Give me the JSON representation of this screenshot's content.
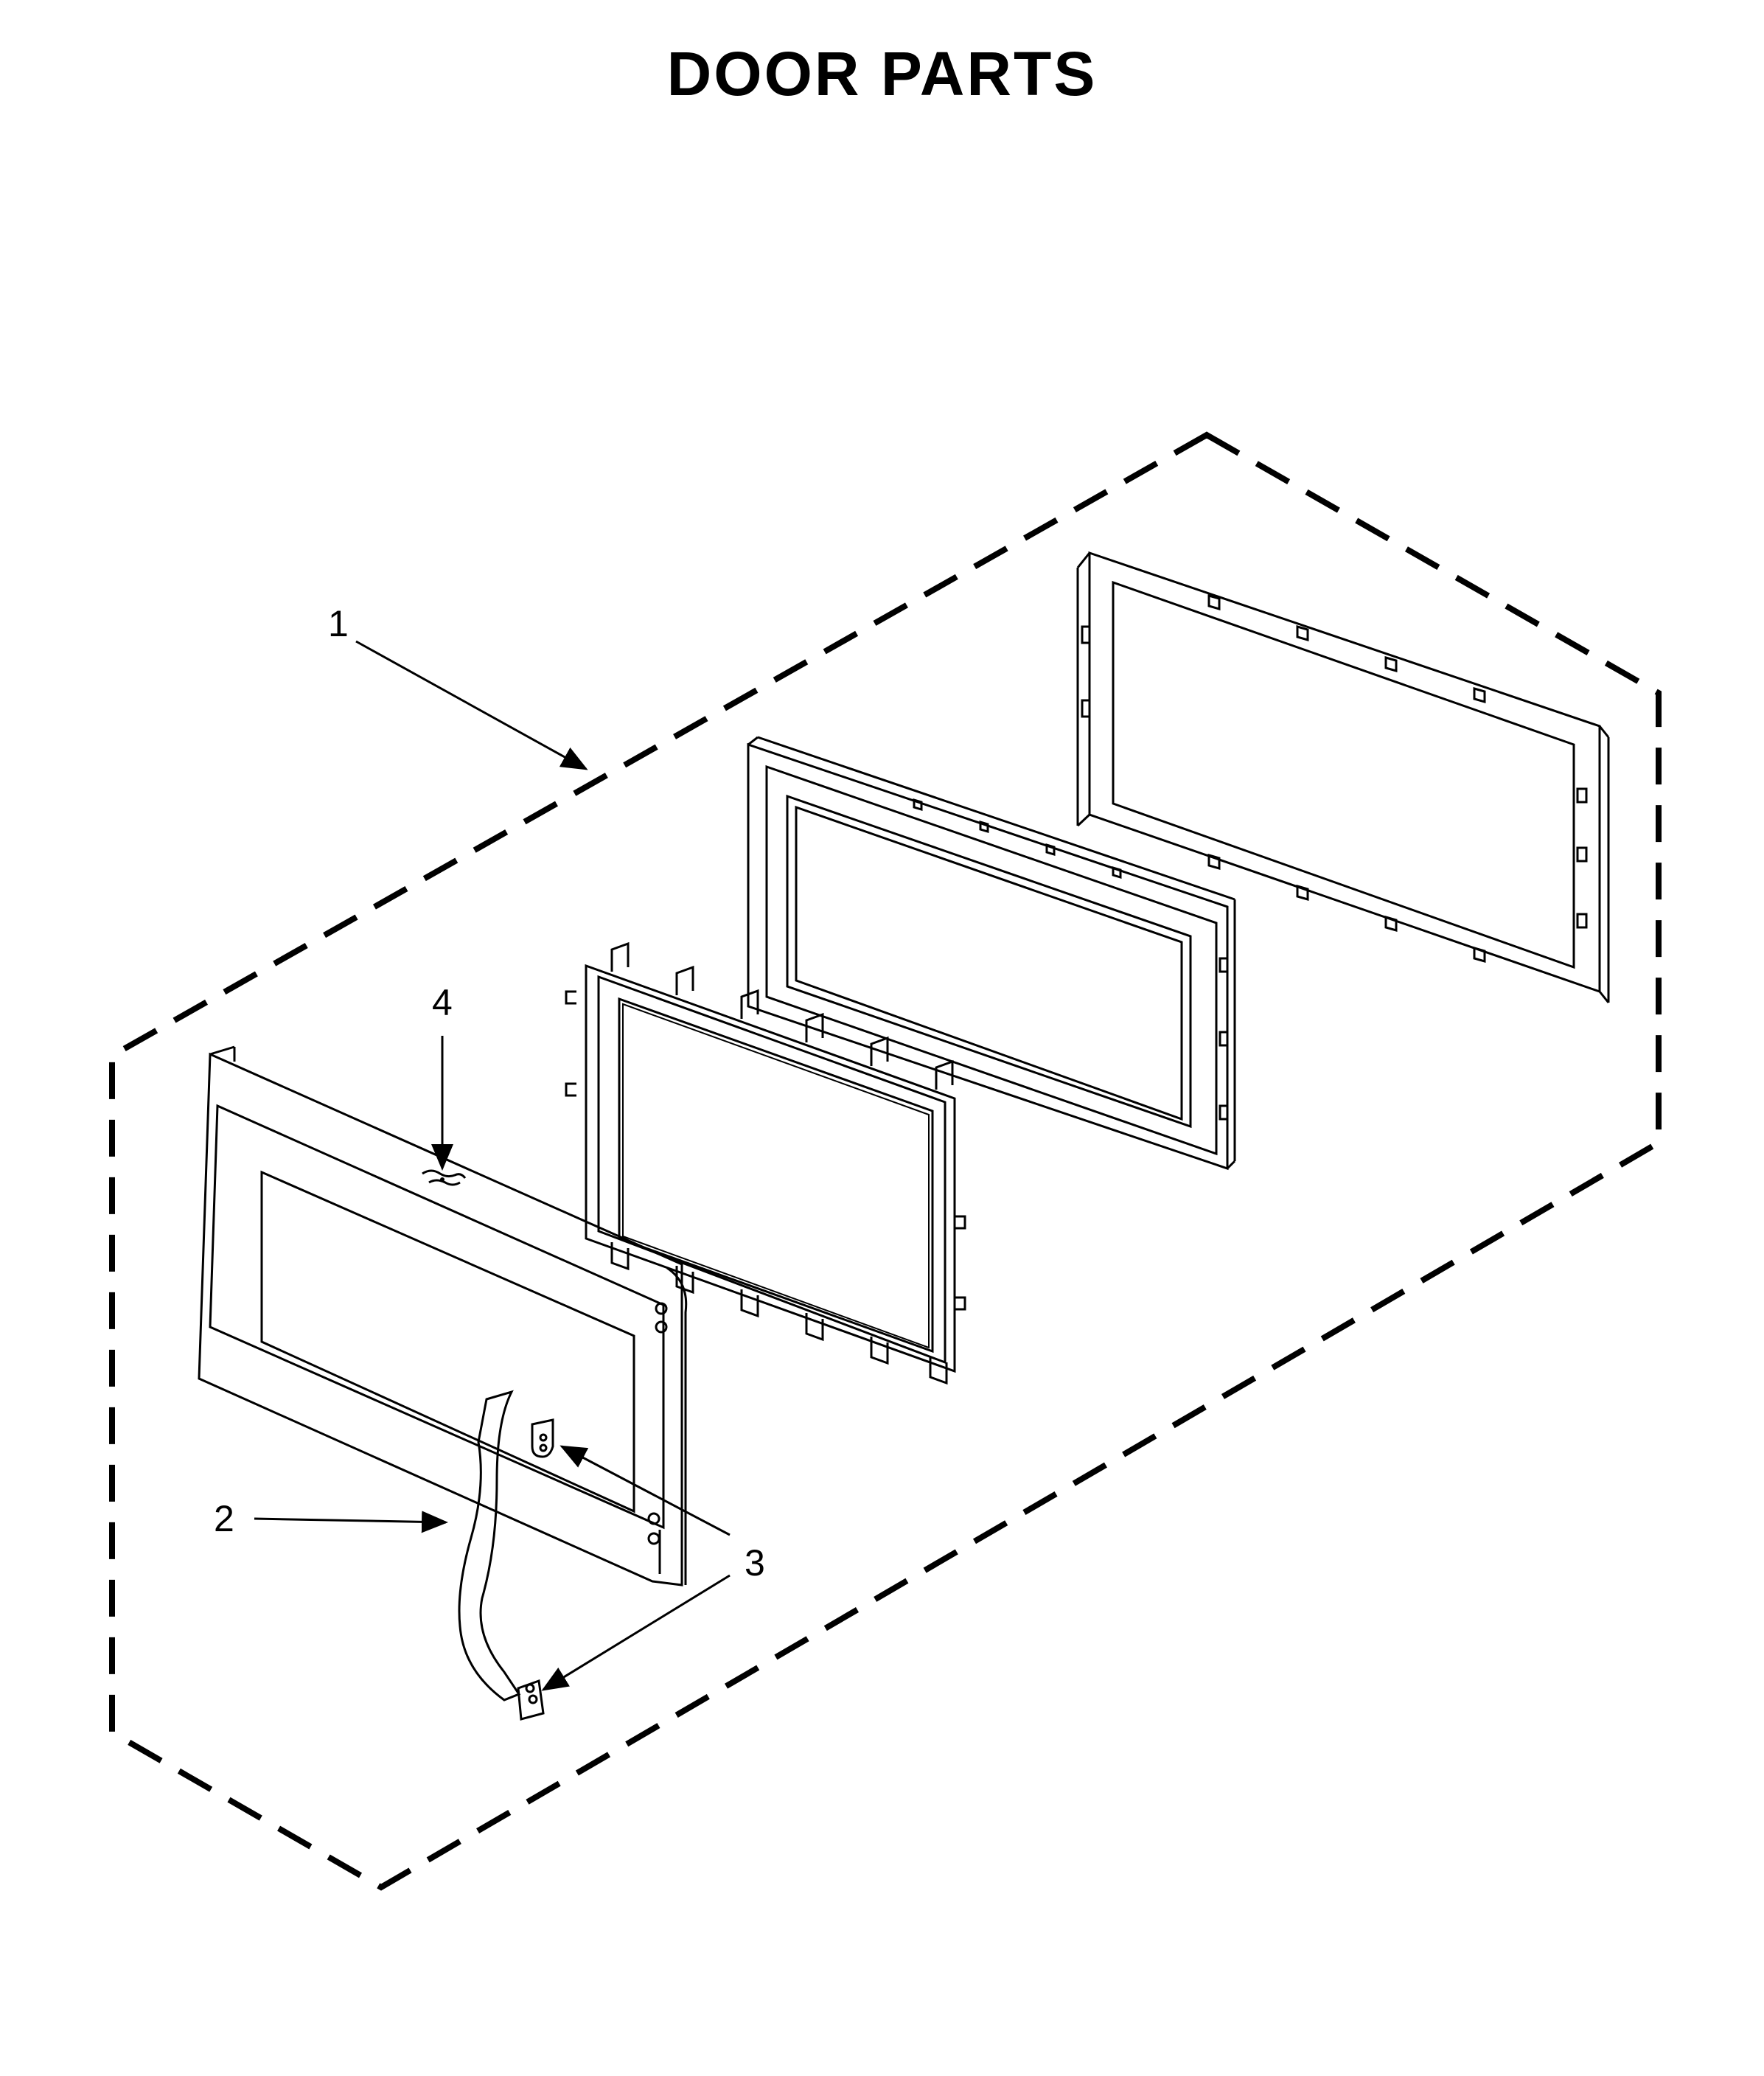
{
  "page_title": "DOOR PARTS",
  "callouts": {
    "c1": "1",
    "c2": "2",
    "c3": "3",
    "c4": "4"
  }
}
